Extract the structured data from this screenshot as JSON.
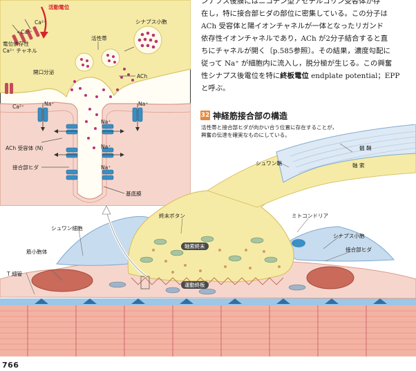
{
  "page_number": "766",
  "body_text": {
    "line1": "ンナプス後膜にはニコチン型アセチルコリン受容体が存",
    "line2": "在し，特に接合部ヒダの部位に密集している。この分子は",
    "line3": "ACh 受容体と陽イオンチャネルが一体となったリガンド",
    "line4": "依存性イオンチャネルであり，ACh が2分子結合すると直",
    "line5": "ちにチャネルが開く〔p.585参照〕。その結果，濃度勾配に",
    "line6": "従って Na⁺ が細胞内に流入し，脱分極が生じる。この興奮",
    "line7_pre": "性シナプス後電位を特に",
    "line7_bold": "終板電位",
    "line7_post": " endplate potential；EPP",
    "line8": "と呼ぶ。"
  },
  "section": {
    "number": "32",
    "title": "神経筋接合部の構造",
    "caption_line1": "活性帯と接合部ヒダが向かい合う位置に存在することが，",
    "caption_line2": "興奮の伝達を確実なものにしている。"
  },
  "inset": {
    "action_potential": "活動電位",
    "ca1": "Ca²⁺",
    "ca2": "Ca²⁺",
    "vgcc_line1": "電位依存性",
    "vgcc_line2": "Ca²⁺ チャネル",
    "synaptic_vesicle": "シナプス小胞",
    "active_zone": "活性帯",
    "ach": "ACh",
    "exocytosis": "開口分泌",
    "ca3": "Ca²⁺",
    "na1": "Na⁺",
    "na2": "Na⁺",
    "na3": "Na⁺",
    "na4": "Na⁺",
    "na5": "Na⁺",
    "ach_receptor": "ACh 受容体 (N)",
    "junctional_fold": "接合部ヒダ",
    "basement_membrane": "基底膜"
  },
  "main_labels": {
    "schwann_sheath": "シュワン鞘",
    "myelin": "髄 鞘",
    "axon": "軸 索",
    "terminal_button": "終末ボタン",
    "schwann_cell": "シュワン細胞",
    "mitochondria": "ミトコンドリア",
    "sarcoplasmic_reticulum": "筋小胞体",
    "synaptic_vesicle": "シナプス小胞",
    "junctional_fold": "接合部ヒダ",
    "axon_terminal": "軸索終末",
    "t_tubule": "T 細管",
    "endplate": "運動終板"
  },
  "colors": {
    "nerve_yellow": "#f6eba6",
    "muscle_pink": "#f4c9ba",
    "schwann_blue": "#c8dcef",
    "channel_blue": "#3a8fc4",
    "vesicle_magenta": "#b8337a",
    "accent_red": "#d8232a",
    "section_orange": "#e8883a"
  }
}
